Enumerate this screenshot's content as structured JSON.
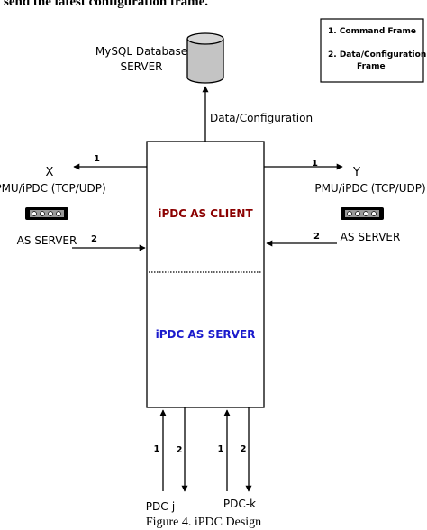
{
  "header_cut_text": "send the latest configuration frame.",
  "legend": {
    "item1": "1. Command Frame",
    "item2_line1": "2. Data/Configuration",
    "item2_line2": "Frame"
  },
  "database": {
    "line1": "MySQL Database",
    "line2": "SERVER"
  },
  "db_arrow_label": "Data/Configuration",
  "ipdc": {
    "client_label": "iPDC AS CLIENT",
    "server_label": "iPDC AS SERVER",
    "client_color": "#8b0000",
    "server_color": "#1a1acc"
  },
  "left_node": {
    "name": "X",
    "protocol": "PMU/iPDC (TCP/UDP)",
    "role": "AS SERVER",
    "out_num": "1",
    "in_num": "2"
  },
  "right_node": {
    "name": "Y",
    "protocol": "PMU/iPDC (TCP/UDP)",
    "role": "AS SERVER",
    "out_num": "1",
    "in_num": "2"
  },
  "bottom_left": {
    "name": "PDC-j",
    "in_num": "1",
    "out_num": "2"
  },
  "bottom_right": {
    "name": "PDC-k",
    "in_num": "1",
    "out_num": "2"
  },
  "caption": "Figure 4. iPDC Design"
}
